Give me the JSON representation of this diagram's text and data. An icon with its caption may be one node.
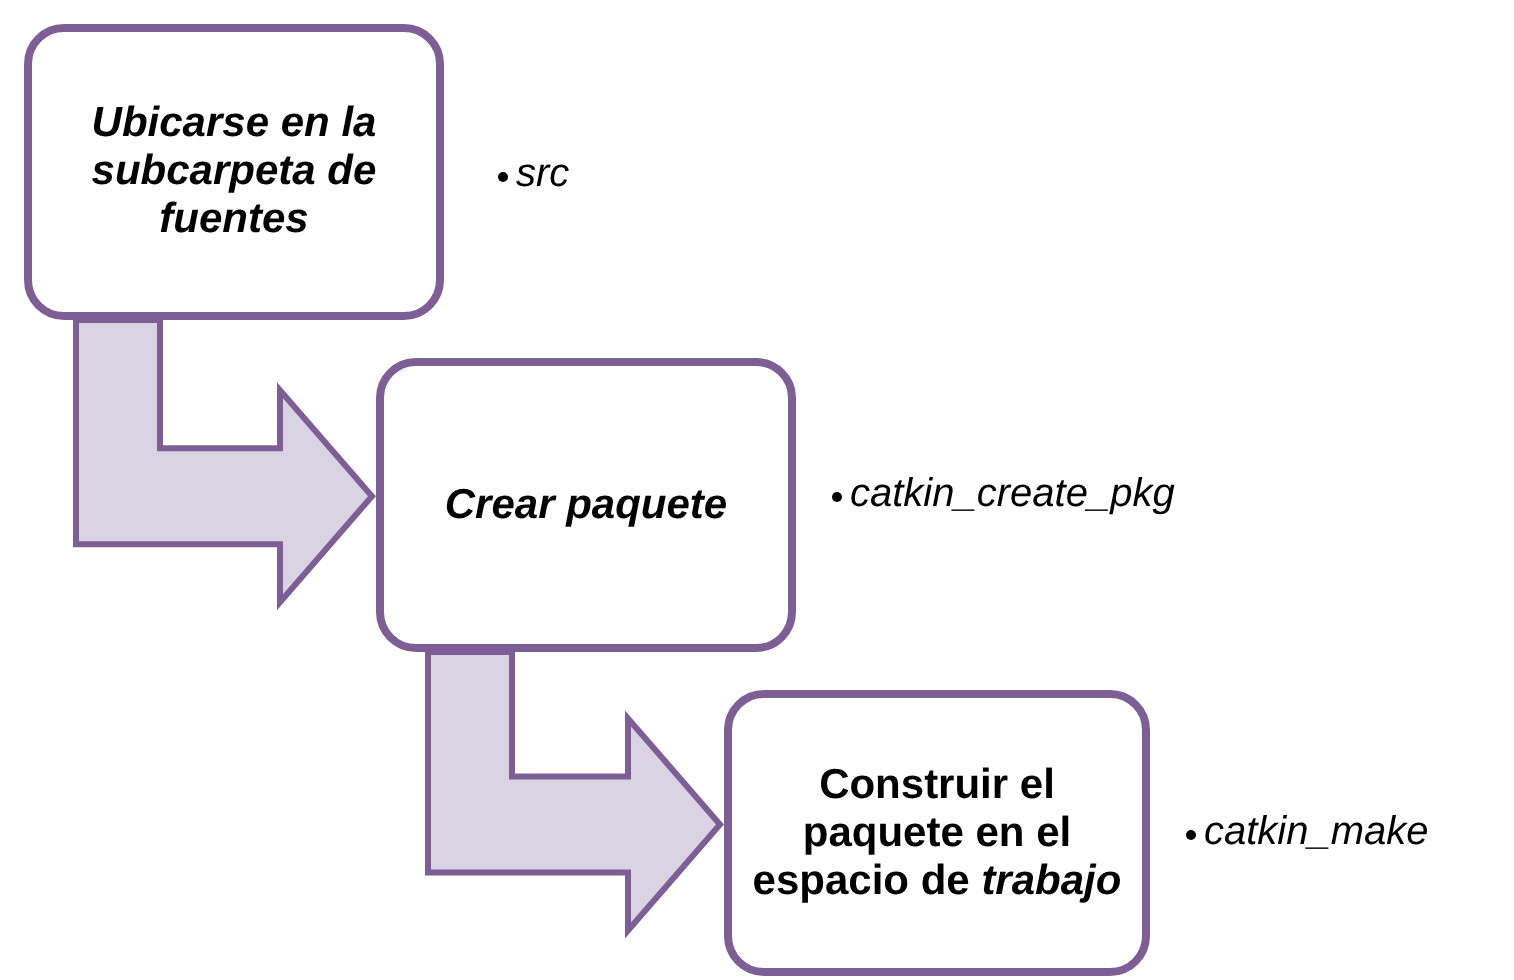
{
  "diagram": {
    "nodes": [
      {
        "text": [
          "Ubicarse en la subcarpeta de fuentes"
        ],
        "beside": [
          "src"
        ]
      },
      {
        "text": [
          "Crear paquete"
        ],
        "beside": [
          "catkin_create_pkg"
        ]
      },
      {
        "text": [
          "Construir el paquete en el espacio de *trabajo*"
        ],
        "beside": [
          "catkin_make"
        ]
      }
    ],
    "edges": [
      {
        "from": 0,
        "to": 1,
        "arrow": "to",
        "style": "thick"
      },
      {
        "from": 1,
        "to": 2,
        "arrow": "to",
        "style": "thick"
      }
    ]
  }
}
